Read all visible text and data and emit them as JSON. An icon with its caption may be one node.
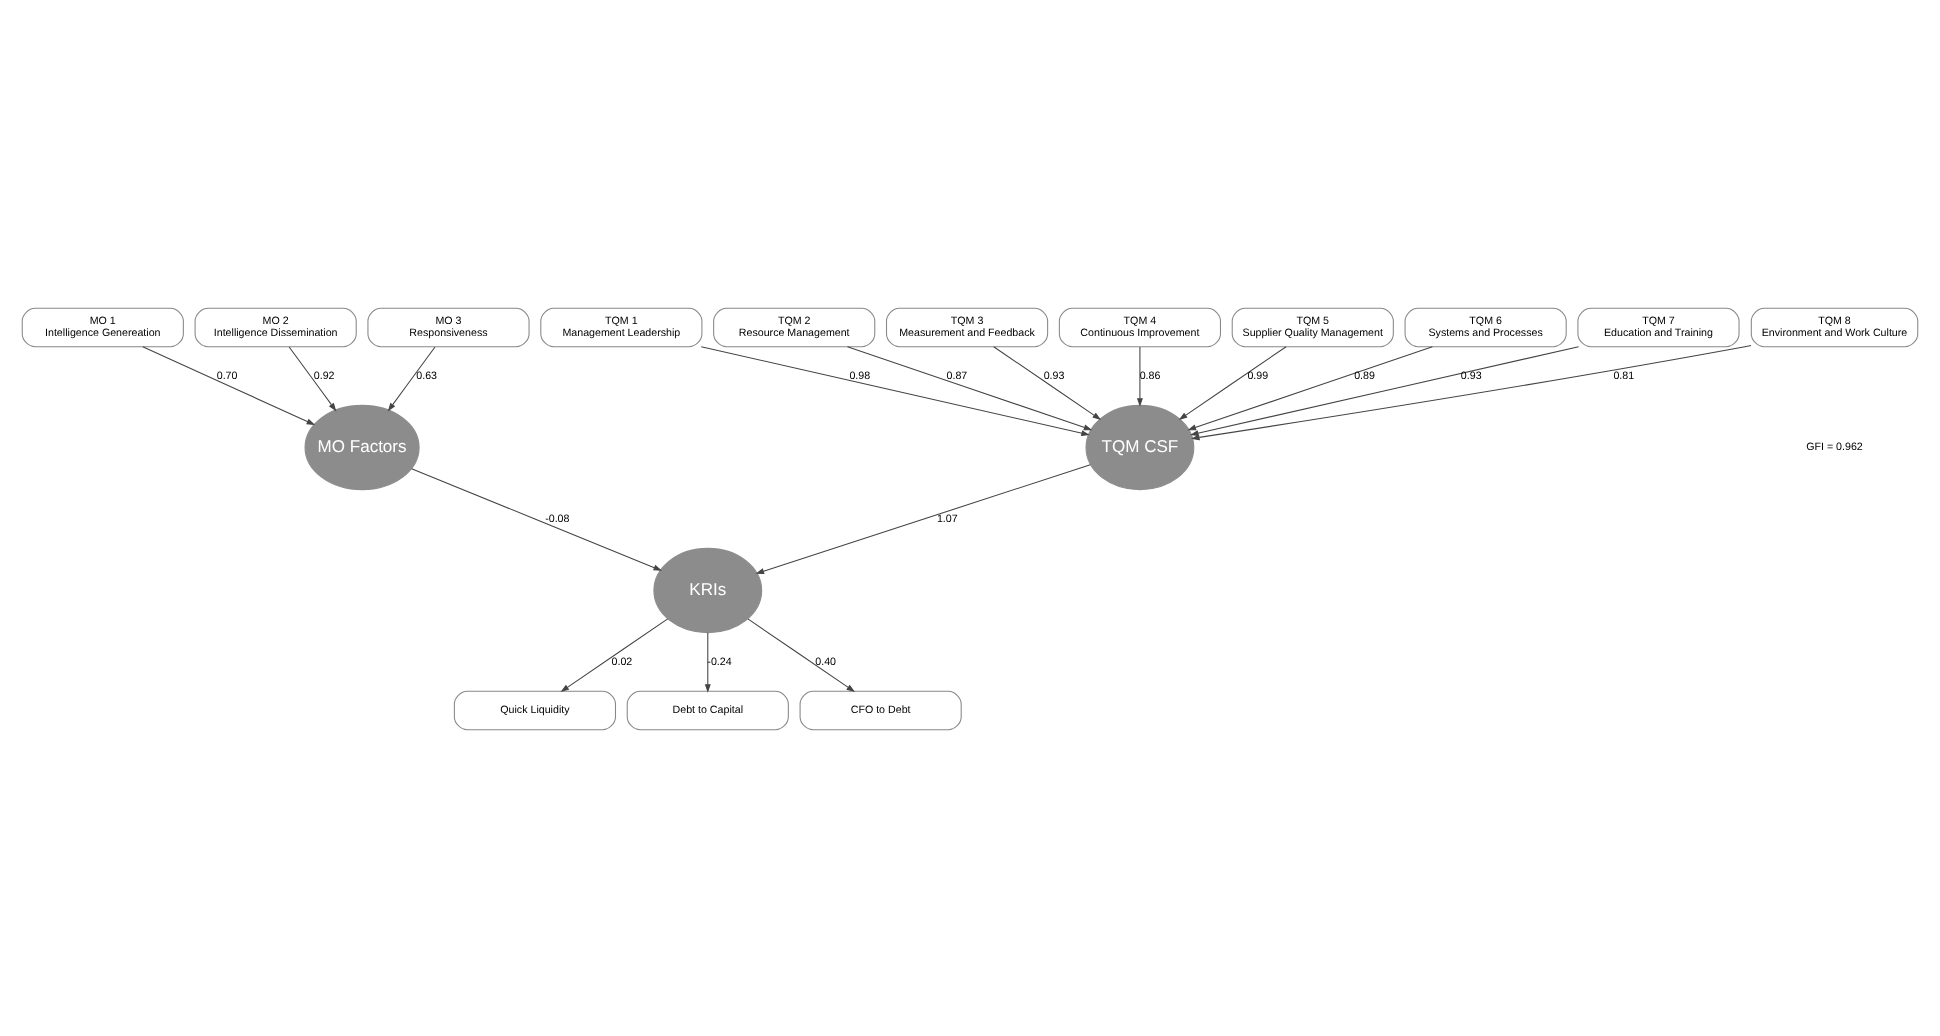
{
  "diagram": {
    "nodes": [
      {
        "text": [
          "TQM 1",
          "Management Leadership"
        ]
      },
      {
        "text": [
          "TQM 2",
          "Resource Management"
        ]
      },
      {
        "text": [
          "MO 1",
          "Intelligence Genereation"
        ]
      },
      {
        "text": [
          "MO Factors"
        ]
      },
      {
        "text": [
          "TQM CSF"
        ]
      },
      {
        "text": [
          "TQM 3",
          "Measurement and Feedback"
        ]
      },
      {
        "text": [
          "MO 2",
          "Intelligence Dissemination"
        ]
      },
      {
        "text": [
          "TQM 4",
          "Continuous Improvement"
        ]
      },
      {
        "text": [
          "MO 3",
          "Responsiveness"
        ]
      },
      {
        "text": [
          "TQM 5",
          "Supplier Quality Management"
        ]
      },
      {
        "text": [
          "KRIs"
        ]
      },
      {
        "text": [
          "TQM 6",
          "Systems and Processes"
        ]
      },
      {
        "text": [
          "TQM 7",
          "Education and Training"
        ]
      },
      {
        "text": [
          "Quick Liquidity"
        ]
      },
      {
        "text": [
          "Debt to Capital"
        ]
      },
      {
        "text": [
          "CFO to Debt"
        ]
      },
      {
        "text": [
          "TQM 8",
          "Environment and Work Culture"
        ]
      }
    ],
    "edges": [
      {
        "from": 2,
        "to": 3,
        "arrow": "to",
        "label": "0.70"
      },
      {
        "from": 6,
        "to": 3,
        "arrow": "to",
        "label": "0.92"
      },
      {
        "from": 8,
        "to": 3,
        "arrow": "to",
        "label": "0.63"
      },
      {
        "from": 0,
        "to": 4,
        "arrow": "to",
        "label": "0.98"
      },
      {
        "from": 1,
        "to": 4,
        "arrow": "to",
        "label": "0.87"
      },
      {
        "from": 5,
        "to": 4,
        "arrow": "to",
        "label": "0.93"
      },
      {
        "from": 7,
        "to": 4,
        "arrow": "to",
        "label": "0.86"
      },
      {
        "from": 9,
        "to": 4,
        "arrow": "to",
        "label": "0.99"
      },
      {
        "from": 11,
        "to": 4,
        "arrow": "to",
        "label": "0.89"
      },
      {
        "from": 12,
        "to": 4,
        "arrow": "to",
        "label": "0.93"
      },
      {
        "from": 16,
        "to": 4,
        "arrow": "to",
        "label": "0.81"
      },
      {
        "from": 3,
        "to": 10,
        "arrow": "to",
        "label": "-0.08"
      },
      {
        "from": 4,
        "to": 10,
        "arrow": "to",
        "label": "1.07"
      },
      {
        "from": 10,
        "to": 13,
        "arrow": "to",
        "label": "0.02"
      },
      {
        "from": 10,
        "to": 14,
        "arrow": "to",
        "label": "-0.24"
      },
      {
        "from": 10,
        "to": 15,
        "arrow": "to",
        "label": "0.40"
      }
    ],
    "labels": [
      "GFI = 0.962"
    ]
  }
}
